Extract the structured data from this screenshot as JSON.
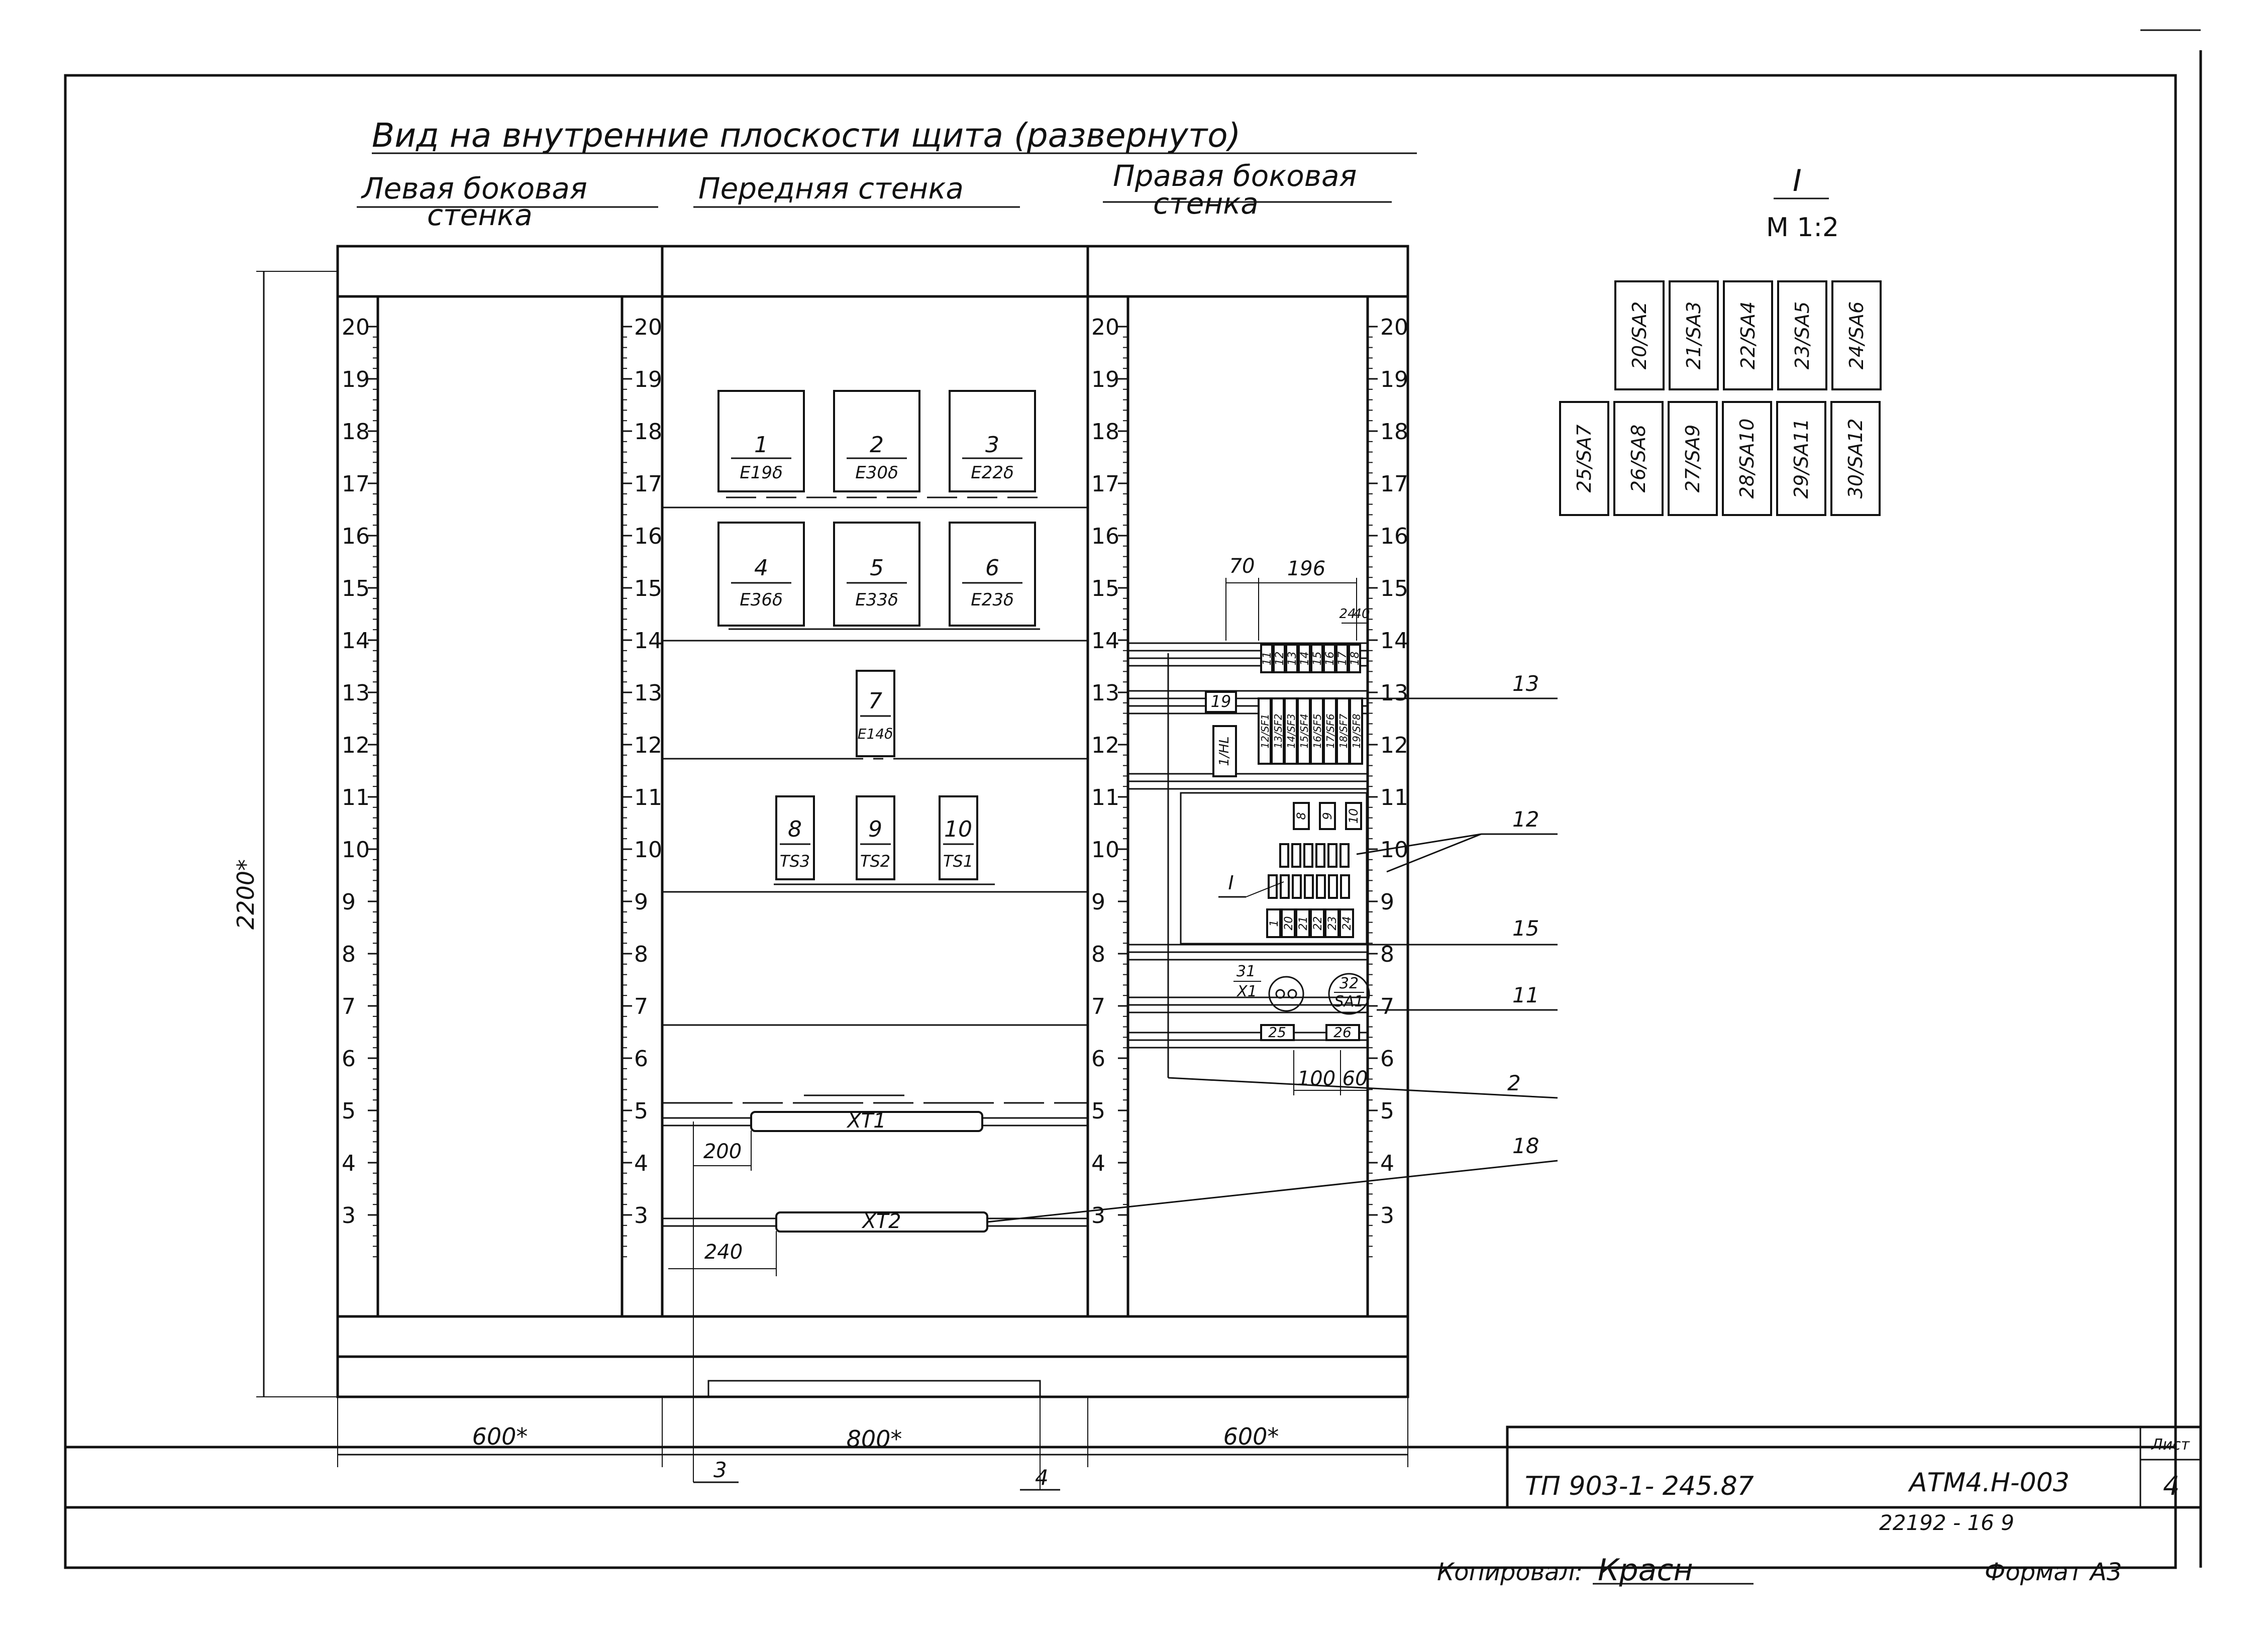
{
  "title": "Вид на внутренние плоскости щита (развернуто)",
  "headers": {
    "left_l1": "Левая боковая",
    "left_l2": "стенка",
    "front": "Передняя стенка",
    "right_l1": "Правая боковая",
    "right_l2": "стенка"
  },
  "scale_marks": [
    "20",
    "19",
    "18",
    "17",
    "16",
    "15",
    "14",
    "13",
    "12",
    "11",
    "10",
    "9",
    "8",
    "7",
    "6",
    "5",
    "4",
    "3"
  ],
  "front_devices": [
    {
      "num": "1",
      "code": "E19δ"
    },
    {
      "num": "2",
      "code": "E30δ"
    },
    {
      "num": "3",
      "code": "E22δ"
    },
    {
      "num": "4",
      "code": "E36δ"
    },
    {
      "num": "5",
      "code": "E33δ"
    },
    {
      "num": "6",
      "code": "E23δ"
    },
    {
      "num": "7",
      "code": "E14δ"
    },
    {
      "num": "8",
      "code": "TS3"
    },
    {
      "num": "9",
      "code": "TS2"
    },
    {
      "num": "10",
      "code": "TS1"
    }
  ],
  "terminals": {
    "xt1": "XT1",
    "xt2": "XT2"
  },
  "dimensions": {
    "height": "2200*",
    "width_left": "600*",
    "width_front": "800*",
    "width_right": "600*",
    "d200": "200",
    "d240": "240",
    "d70": "70",
    "d196": "196",
    "d100": "100",
    "d60": "60",
    "d24": "24",
    "d40": "40"
  },
  "right_items": {
    "i19": "19",
    "hl": "1/HL",
    "i31": "31",
    "x1": "X1",
    "i32": "32",
    "sa1": "SA1",
    "i25": "25",
    "i26": "26",
    "detail_ref": "I",
    "row_top": [
      "11",
      "12",
      "13",
      "14",
      "15",
      "16",
      "17",
      "18"
    ],
    "row_sf": [
      "12/SF1",
      "13/SF2",
      "14/SF3",
      "15/SF4",
      "16/SF5",
      "17/SF6",
      "18/SF7",
      "19/SF8"
    ],
    "row_mid": [
      "8",
      "9",
      "10"
    ],
    "row_low": [
      "1",
      "20",
      "21",
      "22",
      "23",
      "24"
    ]
  },
  "position_callouts": [
    "13",
    "12",
    "15",
    "11",
    "2",
    "18"
  ],
  "bottom_refs": [
    "3",
    "4"
  ],
  "detail": {
    "ref": "I",
    "scale": "М 1:2",
    "row1": [
      "20/SA2",
      "21/SA3",
      "22/SA4",
      "23/SA5",
      "24/SA6"
    ],
    "row2": [
      "25/SA7",
      "26/SA8",
      "27/SA9",
      "28/SA10",
      "29/SA11",
      "30/SA12"
    ]
  },
  "title_block": {
    "project": "ТП 903-1- 245.87",
    "doc_code": "АТМ4.Н-003",
    "sheet_label": "Лист",
    "sheet_no": "4",
    "archive": "22192 - 16  9"
  },
  "footer": {
    "copied": "Копировал:",
    "signature": "Красн",
    "format": "Формат А3"
  }
}
